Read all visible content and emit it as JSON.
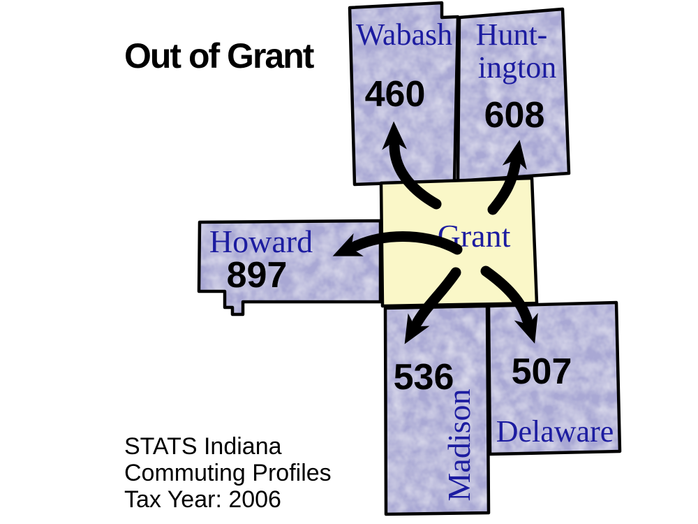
{
  "title": "Out of Grant",
  "map": {
    "origin": {
      "name": "Grant"
    },
    "flows": [
      {
        "county": "Wabash",
        "value": "460"
      },
      {
        "county": "Huntington",
        "value": "608",
        "label_lines": [
          "Hunt-",
          "ington"
        ]
      },
      {
        "county": "Howard",
        "value": "897"
      },
      {
        "county": "Madison",
        "value": "536"
      },
      {
        "county": "Delaware",
        "value": "507"
      }
    ]
  },
  "caption": {
    "lines": [
      "STATS Indiana",
      "Commuting Profiles",
      "Tax Year: 2006"
    ]
  },
  "colors": {
    "county_fill": "#a9a8d4",
    "origin_fill": "#faf7c8",
    "border": "#000000",
    "label_text": "#1c1ca0",
    "value_text": "#000000",
    "arrow": "#000000",
    "background": "#ffffff"
  },
  "chart_data": {
    "type": "flow-map",
    "title": "Out of Grant",
    "origin": "Grant",
    "flows": [
      {
        "destination": "Wabash",
        "commuters": 460
      },
      {
        "destination": "Huntington",
        "commuters": 608
      },
      {
        "destination": "Howard",
        "commuters": 897
      },
      {
        "destination": "Madison",
        "commuters": 536
      },
      {
        "destination": "Delaware",
        "commuters": 507
      }
    ]
  }
}
